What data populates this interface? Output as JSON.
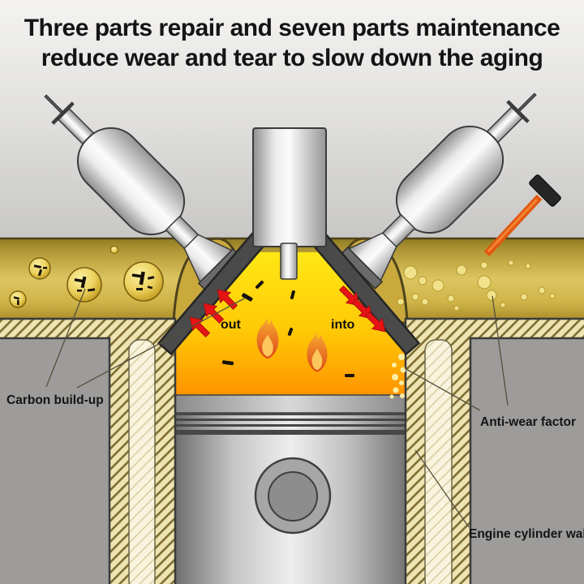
{
  "title": {
    "line1": "Three parts repair and seven parts maintenance",
    "line2": "reduce wear and tear to slow down the aging"
  },
  "labels": {
    "out": "out",
    "into": "into",
    "carbon": "Carbon build-up",
    "anti_wear": "Anti-wear factor",
    "cylinder_wall": "Engine cylinder wall"
  },
  "diagram": {
    "parts": [
      "exhaust-valve",
      "intake-valve",
      "spark-plug",
      "combustion-chamber",
      "piston",
      "engine-cylinder-wall",
      "oil-film",
      "carbon-bubbles",
      "anti-wear-particles",
      "screwdriver",
      "flames"
    ],
    "colors": {
      "oil_gold": "#d6bd52",
      "chamber_yellow": "#ffe312",
      "chamber_orange": "#ff9100",
      "arrow_red": "#e61414",
      "flame_orange": "#ef7d1f",
      "metal_silver": "#d9d9d9",
      "block_beige": "#eee3b2",
      "wall_dark_gray": "#4a4a4a",
      "screwdriver_orange": "#e2570f",
      "background_gray": "#9d9c9a"
    }
  }
}
